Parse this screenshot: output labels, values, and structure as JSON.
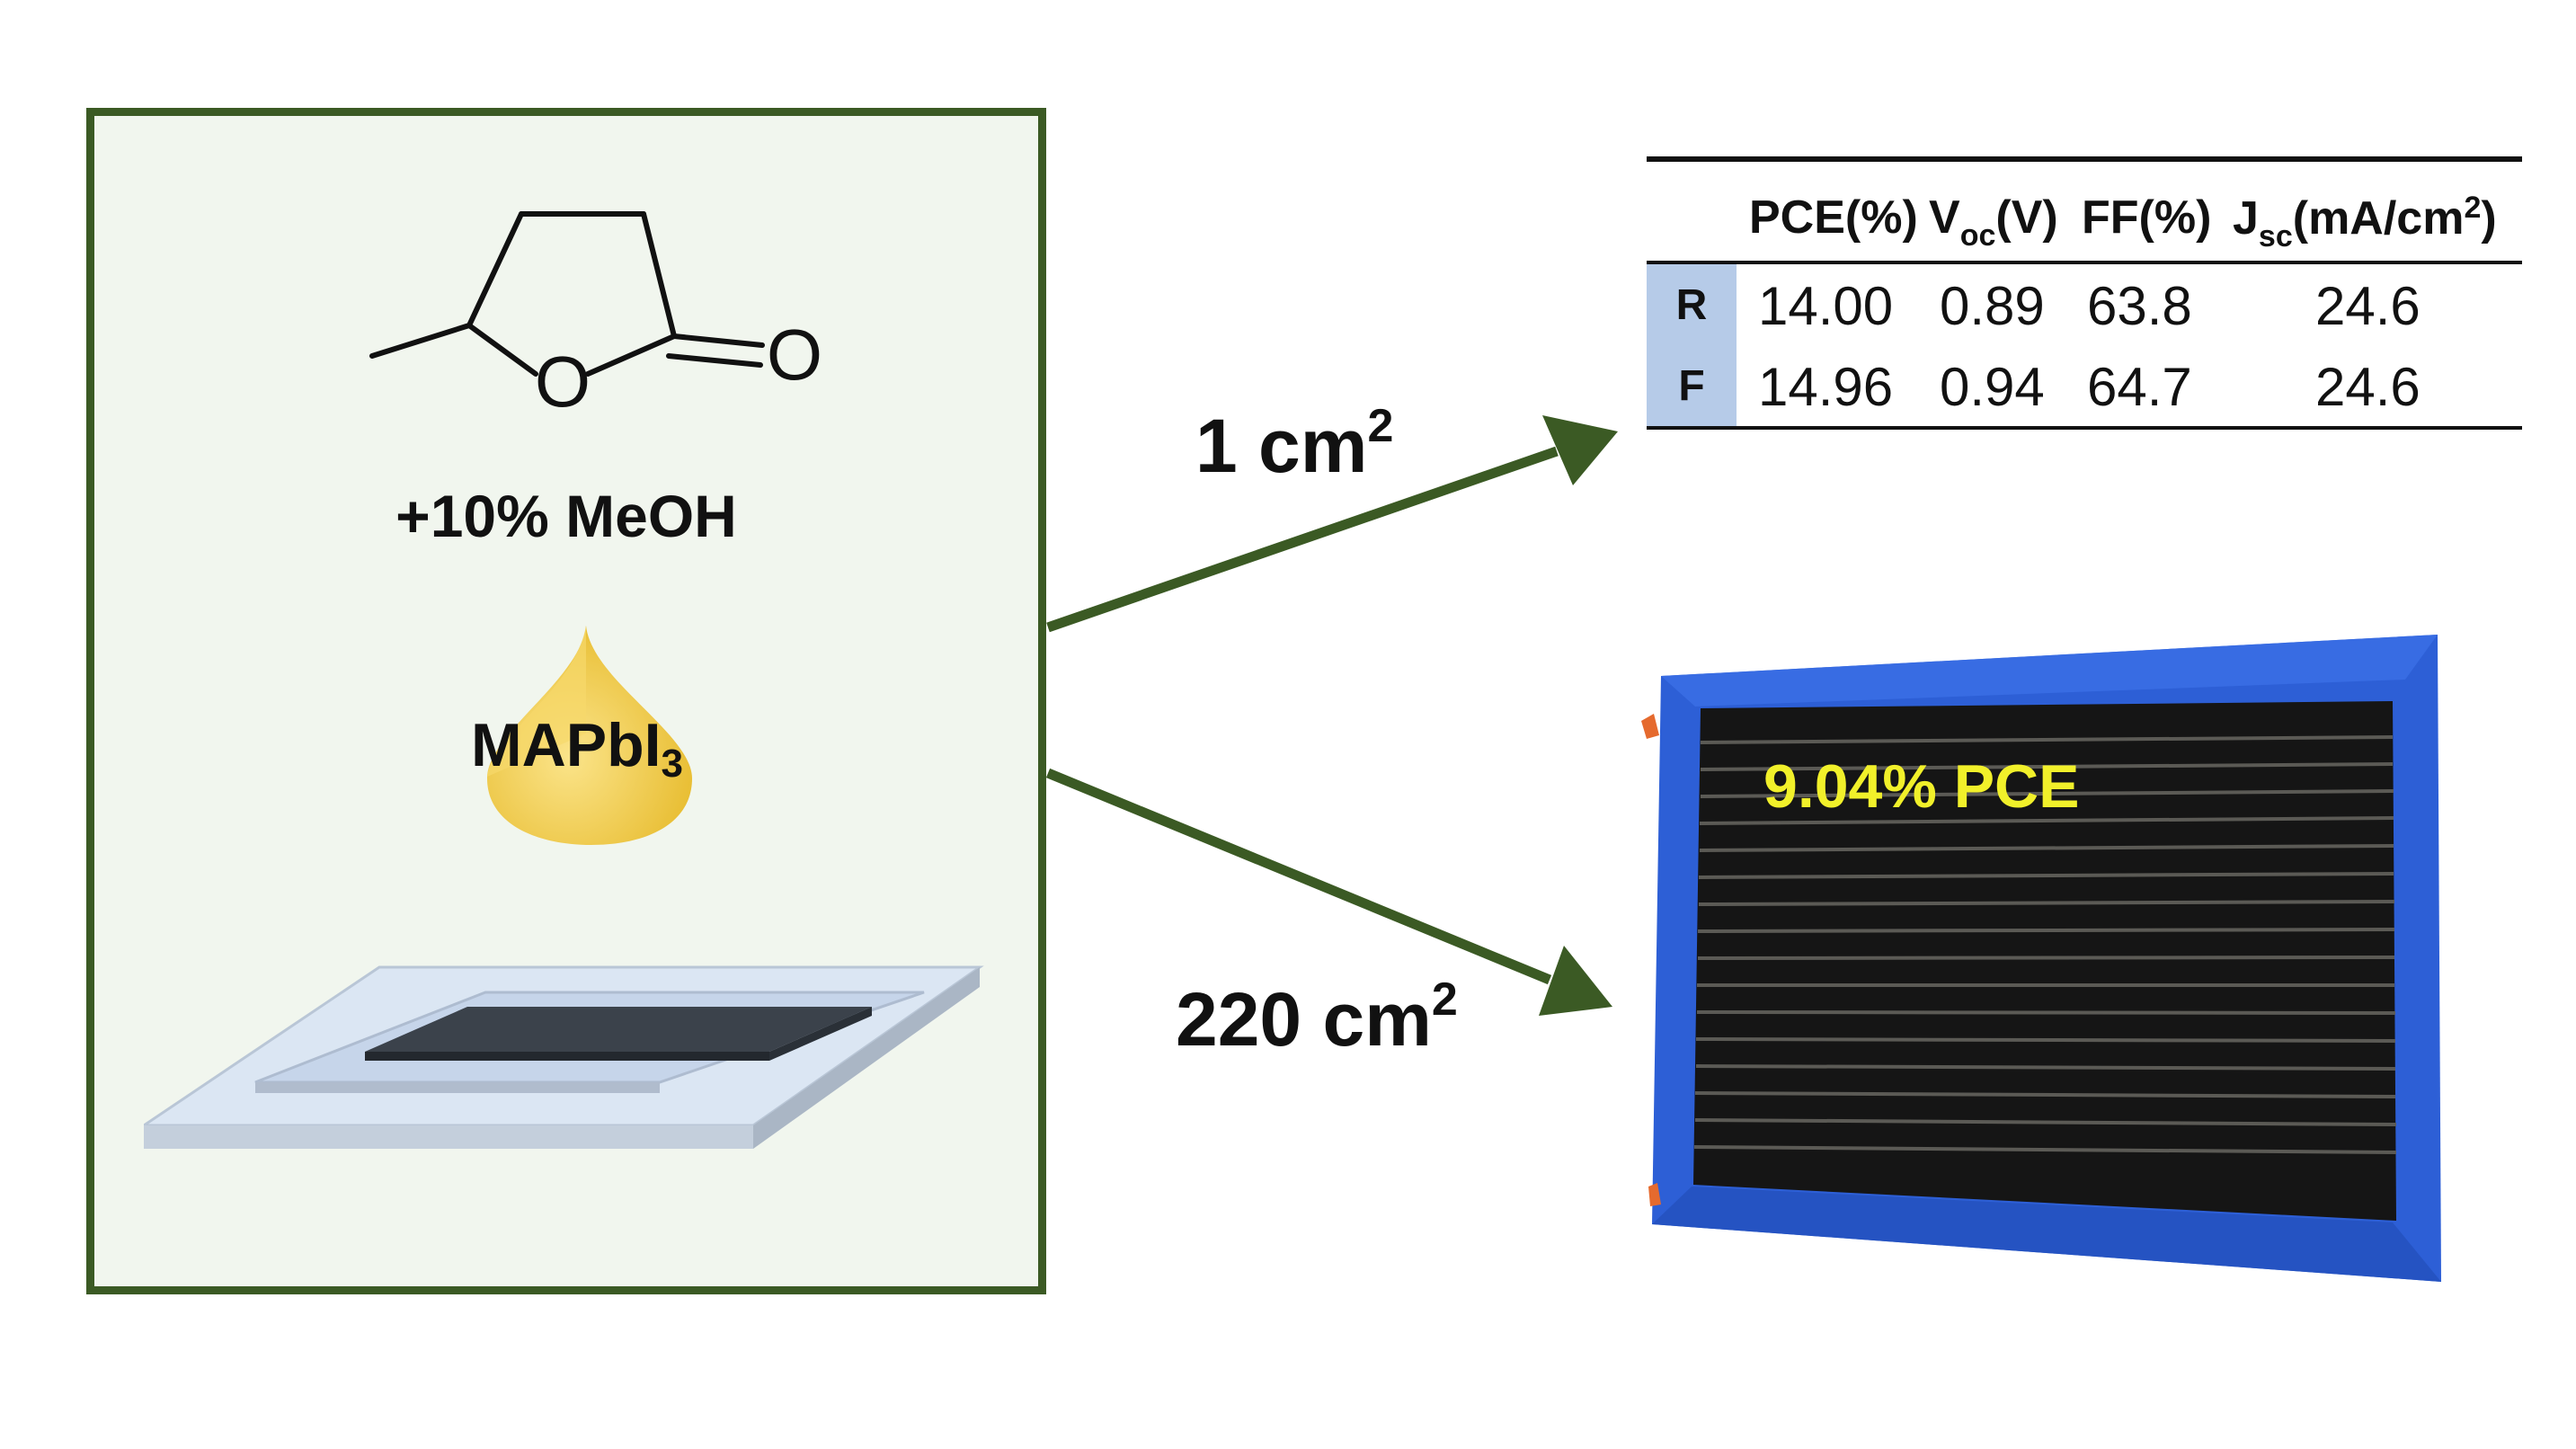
{
  "left_panel": {
    "molecule": {
      "ring_oxygen_label": "O",
      "carbonyl_oxygen_label": "O"
    },
    "solvent_additive": "+10% MeOH",
    "precursor": {
      "main": "MAPbI",
      "subscript": "3"
    }
  },
  "small_device": {
    "area": {
      "value": "1 cm",
      "superscript": "2"
    },
    "table": {
      "headers": [
        {
          "main": "PCE(%)",
          "sub": "",
          "tail": ""
        },
        {
          "main": "V",
          "sub": "oc",
          "tail": "(V)"
        },
        {
          "main": "FF(%)",
          "sub": "",
          "tail": ""
        },
        {
          "main": "J",
          "sub": "sc",
          "tail": "(mA/cm",
          "sup": "2",
          "tail2": ")"
        }
      ],
      "rows": [
        {
          "label": "R",
          "values": [
            "14.00",
            "0.89",
            "63.8",
            "24.6"
          ]
        },
        {
          "label": "F",
          "values": [
            "14.96",
            "0.94",
            "64.7",
            "24.6"
          ]
        }
      ]
    }
  },
  "large_module": {
    "area": {
      "value": "220 cm",
      "superscript": "2"
    },
    "pce_label": "9.04% PCE"
  },
  "colors": {
    "panel_border": "#3b5a24",
    "panel_fill": "#f1f6ee",
    "arrow": "#3b5a24",
    "row_label_fill": "#b6cbe8",
    "module_frame": "#2d5fd6",
    "pce_text": "#f1f02a",
    "drop": "#f2d35a"
  }
}
